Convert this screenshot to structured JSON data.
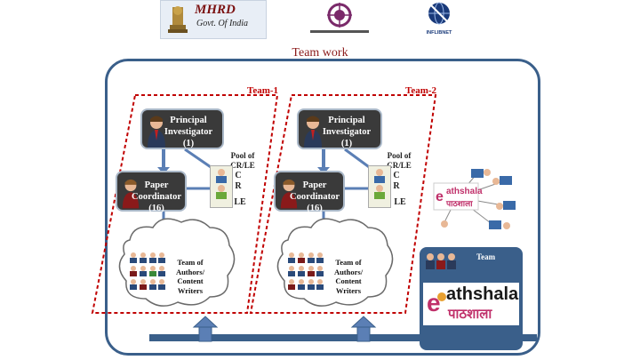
{
  "header": {
    "logo1_title": "MHRD",
    "logo1_subtitle": "Govt. Of India",
    "logo3_caption": "INFLIBNET"
  },
  "title": "Team work",
  "teams": [
    {
      "label": "Team-1",
      "pi": [
        "Principal",
        "Investigator",
        "(1)"
      ],
      "pc": [
        "Paper",
        "Coordinator",
        "(16)"
      ],
      "pool": [
        "Pool of",
        "CR/LE"
      ],
      "pool_letters": [
        "C",
        "R",
        "LE"
      ],
      "cloud": [
        "Team of",
        "Authors/",
        "Content",
        "Writers"
      ]
    },
    {
      "label": "Team-2",
      "pi": [
        "Principal",
        "Investigator",
        "(1)"
      ],
      "pc": [
        "Paper",
        "Coordinator",
        "(16)"
      ],
      "pool": [
        "Pool of",
        "CR/LE"
      ],
      "pool_letters": [
        "C",
        "R",
        "LE"
      ],
      "cloud": [
        "Team of",
        "Authors/",
        "Content",
        "Writers"
      ]
    }
  ],
  "side": {
    "team_label": "Team",
    "logo_text": "athshala",
    "logo_hindi": "पाठशाला"
  },
  "colors": {
    "frame": "#3a5f8a",
    "team_border": "#c00000",
    "node_bg": "#3a3a3a",
    "arrow": "#5b7fb5"
  }
}
